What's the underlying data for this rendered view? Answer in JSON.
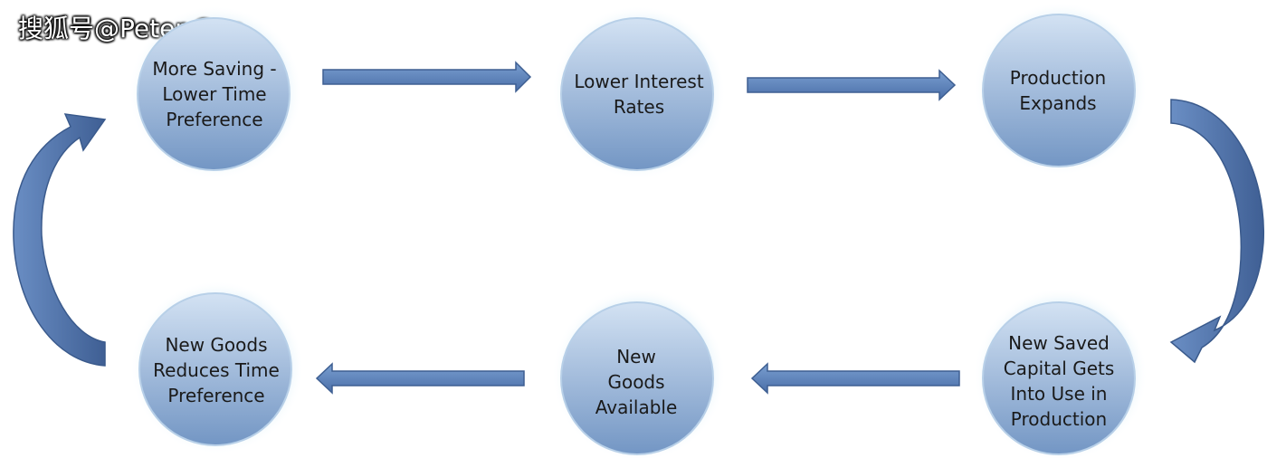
{
  "watermark": "搜狐号@Peter Guo",
  "nodes": [
    {
      "id": "more-saving",
      "lines": [
        "More Saving -",
        "Lower Time",
        "Preference"
      ]
    },
    {
      "id": "lower-interest",
      "lines": [
        "Lower Interest",
        "Rates"
      ]
    },
    {
      "id": "production-expands",
      "lines": [
        "Production",
        "Expands"
      ]
    },
    {
      "id": "new-saved-capital",
      "lines": [
        "New Saved",
        "Capital Gets",
        "Into Use in",
        "Production"
      ]
    },
    {
      "id": "new-goods-available",
      "lines": [
        "New",
        "Goods",
        "Available"
      ]
    },
    {
      "id": "new-goods-reduces",
      "lines": [
        "New Goods",
        "Reduces Time",
        "Preference"
      ]
    }
  ],
  "colors": {
    "circle_fill_top": "#c7d9ee",
    "circle_fill_bottom": "#7a9cc8",
    "halo": "#d7edf8",
    "arrow": "#5b7fb5",
    "arrow_dark": "#3e5f92"
  }
}
